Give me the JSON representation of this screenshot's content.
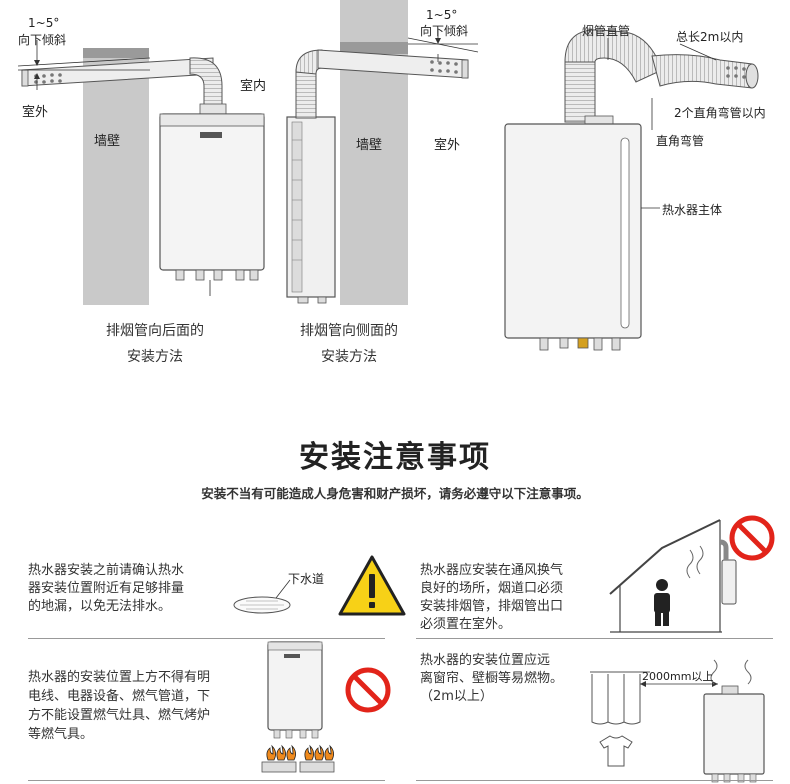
{
  "diagram1": {
    "tilt_label_line1": "1~5°",
    "tilt_label_line2": "向下倾斜",
    "outdoor_label": "室外",
    "indoor_label": "室内",
    "wall_label": "墙壁",
    "caption_line1": "排烟管向后面的",
    "caption_line2": "安装方法"
  },
  "diagram2": {
    "tilt_label_line1": "1~5°",
    "tilt_label_line2": "向下倾斜",
    "wall_label": "墙壁",
    "outdoor_label": "室外",
    "caption_line1": "排烟管向侧面的",
    "caption_line2": "安装方法"
  },
  "diagram3": {
    "straight_pipe_label": "烟管直管",
    "total_length_label": "总长2m以内",
    "elbow_limit_label": "2个直角弯管以内",
    "elbow_label": "直角弯管",
    "heater_body_label": "热水器主体"
  },
  "section": {
    "title": "安装注意事项",
    "subtitle": "安装不当有可能造成人身危害和财产损坏，请务必遵守以下注意事项。"
  },
  "notices": {
    "drain": {
      "line1": "热水器安装之前请确认热水",
      "line2": "器安装位置附近有足够排量",
      "line3": "的地漏，以免无法排水。",
      "drain_label": "下水道"
    },
    "ventilation": {
      "line1": "热水器应安装在通风换气",
      "line2": "良好的场所，烟道口必须",
      "line3": "安装排烟管，排烟管出口",
      "line4": "必须置在室外。"
    },
    "above": {
      "line1": "热水器的安装位置上方不得有明",
      "line2": "电线、电器设备、燃气管道，下",
      "line3": "方不能设置燃气灶具、燃气烤炉",
      "line4": "等燃气具。"
    },
    "distance": {
      "line1": "热水器的安装位置应远",
      "line2": "离窗帘、壁橱等易燃物。",
      "line3": "（2m以上）",
      "distance_label": "2000mm以上"
    }
  },
  "colors": {
    "wall": "#c8c8c8",
    "pipe": "#e6e6e6",
    "warning_yellow": "#f7d117",
    "prohibit_red": "#e2241a",
    "flame_orange": "#f08a1c"
  }
}
